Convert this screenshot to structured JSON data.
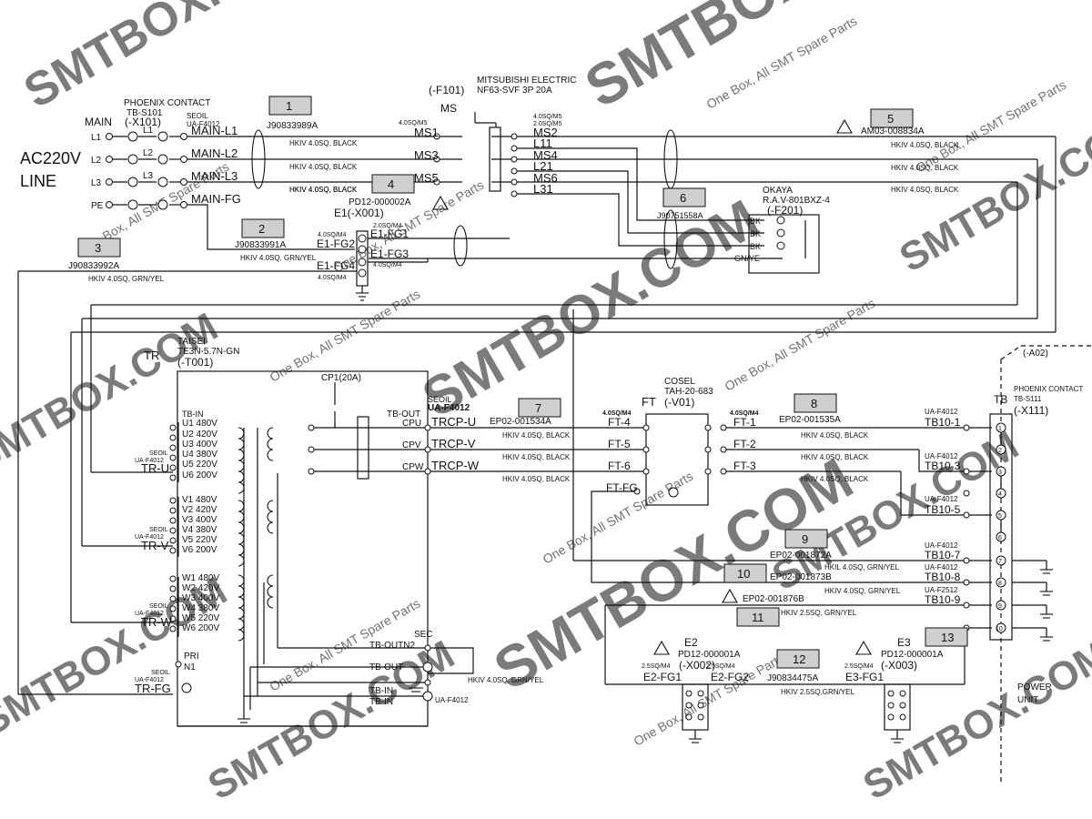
{
  "labels": {
    "phoenix_contact": "PHOENIX CONTACT",
    "tb_s101": "TB-S101",
    "x101": "(-X101)",
    "main": "MAIN",
    "ac220v": "AC220V",
    "line": "LINE",
    "l1": "L1",
    "l2": "L2",
    "l3": "L3",
    "pe": "PE",
    "seoil": "SEOIL",
    "ua_f4012": "UA-F4012",
    "main_l1": "MAIN-L1",
    "main_l2": "MAIN-L2",
    "main_l3": "MAIN-L3",
    "main_fg": "MAIN-FG",
    "c1": "1",
    "c2": "2",
    "c3": "3",
    "c4": "4",
    "c5": "5",
    "c6": "6",
    "c7": "7",
    "c8": "8",
    "c9": "9",
    "c10": "10",
    "c11": "11",
    "c12": "12",
    "c13": "13",
    "j90833989a": "J90833989A",
    "j90833991a": "J90833991A",
    "j90833992a": "J90833992A",
    "j90751558a": "J90751558A",
    "j90834475a": "J90834475A",
    "mitsubishi": "MITSUBISHI ELECTRIC",
    "nf63": "NF63-SVF 3P 20A",
    "f101": "(-F101)",
    "ms": "MS",
    "ms1": "MS1",
    "ms2": "MS2",
    "ms3": "MS3",
    "ms4": "MS4",
    "ms5": "MS5",
    "ms6": "MS6",
    "w40_m5": "4.0SQ/M5",
    "w20_m5": "2.0SQ/M5",
    "l11": "L11",
    "l21": "L21",
    "l31": "L31",
    "hkiv_black": "HKIV 4.0SQ, BLACK",
    "hkiv_grnyel": "HKIV 4.0SQ, GRN/YEL",
    "hkiv_25_grnyel": "HKIV 2.5SQ, GRN/YEL",
    "hkiv_25_grnyel2": "HKIV 2.5SQ,GRN/YEL",
    "hkil_grnyel": "HKIL 4.0SQ, GRN/YEL",
    "am03": "AM03-008834A",
    "pd12_000002a": "PD12-000002A",
    "e1_x001": "E1(-X001)",
    "okaya": "OKAYA",
    "rav": "R.A.V-801BXZ-4",
    "f201": "(-F201)",
    "bk": "BK",
    "gnye": "GN/YE",
    "w40_m4": "4.0SQ/M4",
    "w20_m4": "2.0SQ/M4",
    "w25_m4": "2.5SQ/M4",
    "e1_fg1": "E1-FG1",
    "e1_fg2": "E1-FG2",
    "e1_fg3": "E1-FG3",
    "e1_fg4": "E1-FG4",
    "tr": "TR",
    "taisei": "TAISEI",
    "te3n": "TE3N-5.7N-GN",
    "t001": "(-T001)",
    "cp1": "CP1(20A)",
    "tb_in": "TB-IN",
    "tb_out": "TB-OUT",
    "tb_outn2": "TB-OUTN2",
    "sec": "SEC",
    "pri": "PRI",
    "n1": "N1",
    "u1": "U1 480V",
    "u2": "U2 420V",
    "u3": "U3 400V",
    "u4": "U4 380V",
    "u5": "U5 220V",
    "u6": "U6 200V",
    "v1": "V1 480V",
    "v2": "V2 420V",
    "v3": "V3 400V",
    "v4": "V4 380V",
    "v5": "V5 220V",
    "v6": "V6 200V",
    "w1": "W1 480V",
    "w2": "W2 420V",
    "w3": "W3 400V",
    "w4": "W4 380V",
    "w5": "W5 220V",
    "w6": "W6 200V",
    "tr_u": "TR-U",
    "tr_v": "TR-V",
    "tr_w": "TR-W",
    "tr_fg": "TR-FG",
    "cpu": "CPU",
    "cpv": "CPV",
    "cpw": "CPW",
    "trcp_u": "TRCP-U",
    "trcp_v": "TRCP-V",
    "trcp_w": "TRCP-W",
    "ep02_001534a": "EP02-001534A",
    "ep02_001535a": "EP02-001535A",
    "ep02_001872a": "EP02-001872A",
    "ep02_001873b": "EP02-001873B",
    "ep02_001876b": "EP02-001876B",
    "cosel": "COSEL",
    "tah": "TAH-20-683",
    "v01": "(-V01)",
    "ft": "FT",
    "ft4": "FT-4",
    "ft5": "FT-5",
    "ft6": "FT-6",
    "ftfg": "FT-FG",
    "ft1": "FT-1",
    "ft2": "FT-2",
    "ft3": "FT-3",
    "a02": "(-A02)",
    "tb": "TB",
    "tb_s111": "TB-S111",
    "x111": "(-X111)",
    "ua_f2512": "UA-F2512",
    "tb10_1": "TB10-1",
    "tb10_3": "TB10-3",
    "tb10_5": "TB10-5",
    "tb10_7": "TB10-7",
    "tb10_8": "TB10-8",
    "tb10_9": "TB10-9",
    "power": "POWER",
    "unit": "UNIT",
    "e2": "E2",
    "e3": "E3",
    "pd12_000001a": "PD12-000001A",
    "x002": "(-X002)",
    "x003": "(-X003)",
    "e2_fg1": "E2-FG1",
    "e2_fg2": "E2-FG2",
    "e3_fg1": "E3-FG1"
  },
  "watermark": {
    "brand": "SMTBOX.COM",
    "tagline": "One Box, All SMT Spare Parts"
  }
}
